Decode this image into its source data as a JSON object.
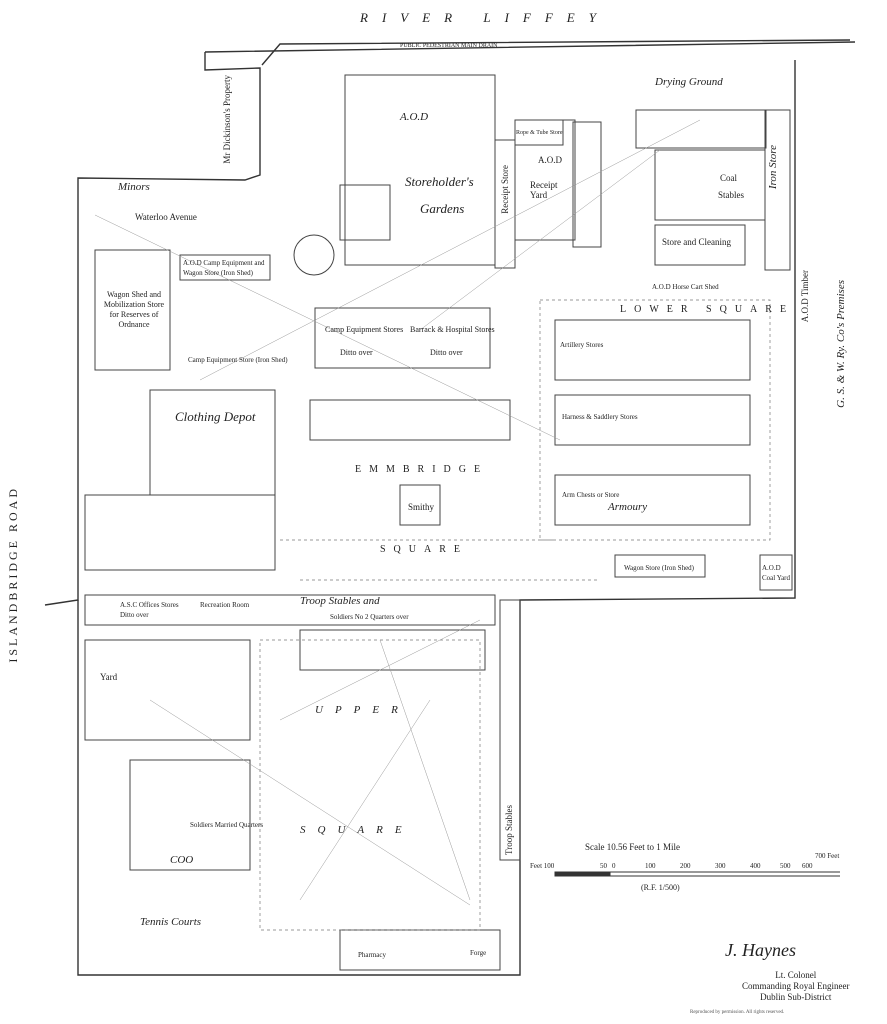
{
  "river": "RIVER LIFFEY",
  "roads": {
    "islandbridge": "ISLANDBRIDGE ROAD",
    "river_embankment": "PUBLIC PEDESTRIAN MAIN DRAIN"
  },
  "labels": {
    "mcdonald": "Mr Dickinson's Property",
    "minors": "Minors",
    "waterloo": "Waterloo Avenue",
    "aod_top": "A.O.D",
    "storeholders": "Storeholder's",
    "gardens": "Gardens",
    "receipt_store": "Receipt Store",
    "aod_receipt": "A.O.D",
    "receipt_yard": "Receipt Yard",
    "rope_tube": "Rope & Tube Store",
    "drying_ground": "Drying Ground",
    "coal": "Coal",
    "stables": "Stables",
    "iron_store": "Iron Store",
    "store_cleaning": "Store and Cleaning",
    "aod_timber": "A.O.D Timber",
    "gsw": "G. S. & W. Ry. Co's Premises",
    "aod_horse": "A.O.D Horse Cart Shed",
    "lower_square": "LOWER SQUARE",
    "camp_equip": "Camp Equipment Stores",
    "barrack_hospital": "Barrack & Hospital Stores",
    "ditto1": "Ditto over",
    "ditto2": "Ditto over",
    "camp_equip_store": "Camp Equipment Store (Iron Shed)",
    "wagon_shed": "Wagon Shed and Mobilization Store for Reserves of Ordnance",
    "aod_camp": "A.O.D Camp Equipment and Wagon Store (Iron Shed)",
    "clothing_depot": "Clothing Depot",
    "artillery_stores": "Artillery Stores",
    "harness_stores": "Harness & Saddlery Stores",
    "arm_chests": "Arm Chests or Store",
    "armoury": "Armoury",
    "emmbridge": "EMMBRIDGE",
    "square_mid": "SQUARE",
    "smithy": "Smithy",
    "wagon_stores": "Wagon Store (Iron Shed)",
    "aod_coal_yard": "A.O.D Coal Yard",
    "troop_stables": "Troop Stables and",
    "asc_offices": "A.S.C Offices Stores Ditto over",
    "recreation_room": "Recreation Room",
    "stables_lower": "Soldiers No 2 Quarters over",
    "upper": "UPPER",
    "square_upper": "SQUARE",
    "tennis": "Tennis Courts",
    "troop_stables_side": "Troop Stables",
    "coo": "COO",
    "cavalry_married": "Soldiers Married Quarters",
    "ordnance_yard": "Yard",
    "pharmacy": "Pharmacy",
    "forge": "Forge"
  },
  "scale": {
    "title": "Scale 10.56 Feet to 1 Mile",
    "ticks": [
      "Feet 100",
      "50",
      "0",
      "100",
      "200",
      "300",
      "400",
      "500",
      "600",
      "700 Feet"
    ],
    "rep": "(R.F. 1/500)"
  },
  "signature": "J. Haynes",
  "title_block": [
    "Lt. Colonel",
    "Commanding Royal Engineer",
    "Dublin Sub-District"
  ],
  "footer": "Reproduced by permission. All rights reserved."
}
